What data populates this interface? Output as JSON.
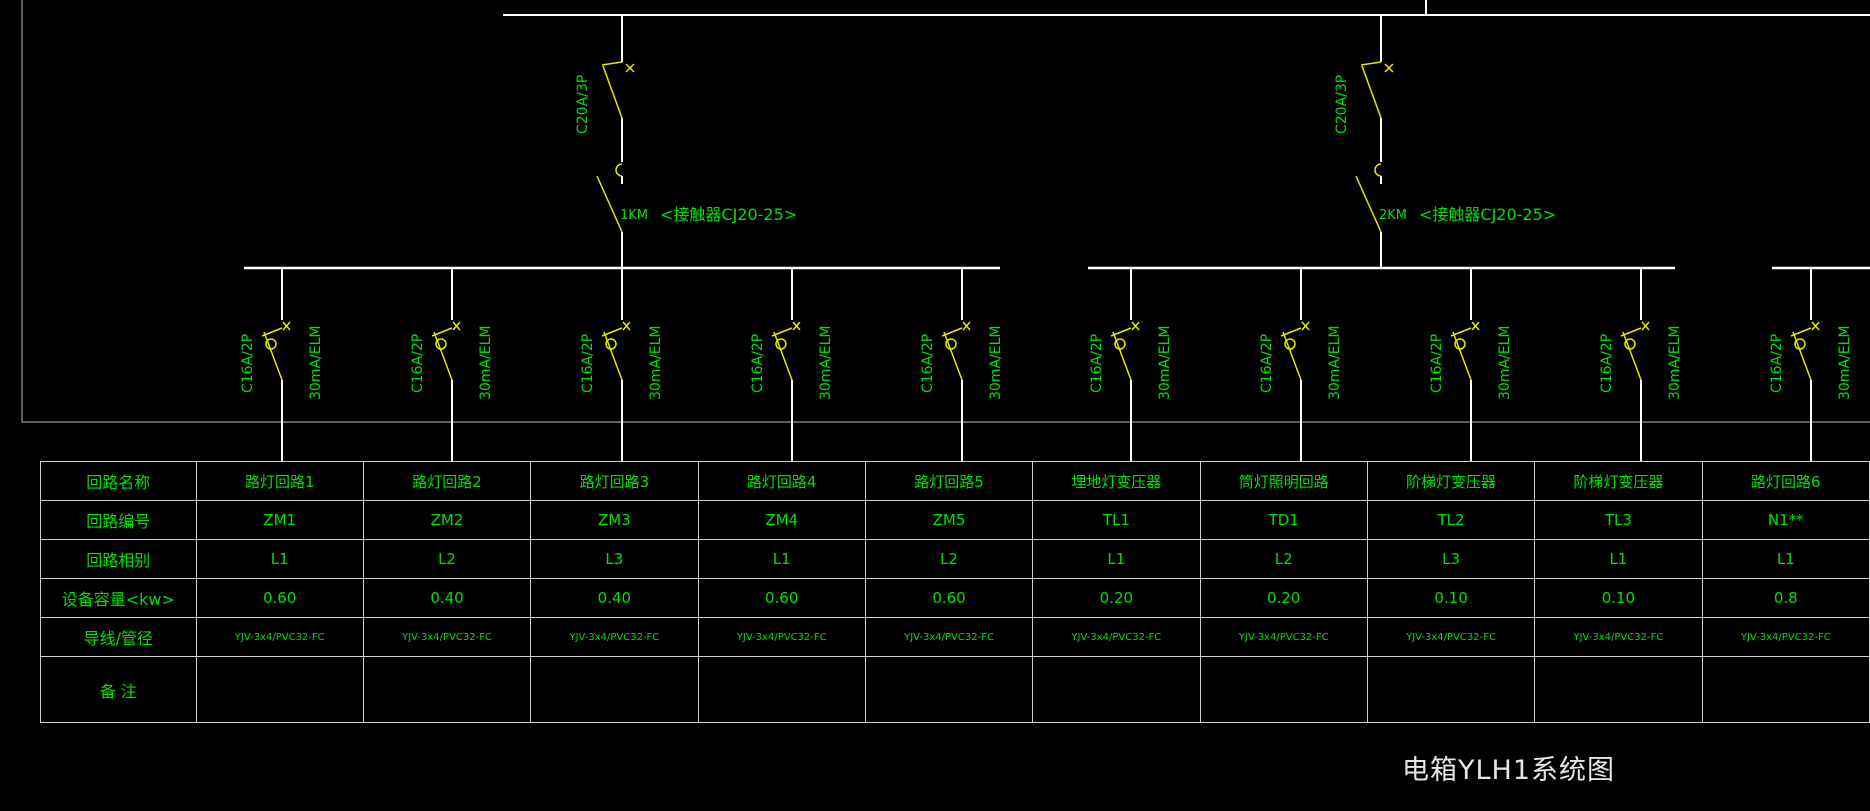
{
  "diagram": {
    "title": "电箱YLH1系统图",
    "main_breakers": [
      {
        "rating": "C20A/3P",
        "contactor_id": "1KM",
        "contactor_label": "<接触器CJ20-25>"
      },
      {
        "rating": "C20A/3P",
        "contactor_id": "2KM",
        "contactor_label": "<接触器CJ20-25>"
      }
    ],
    "branch_breaker": {
      "rating": "C16A/2P",
      "rcd": "30mA/ELM"
    },
    "row_headers": [
      "回路名称",
      "回路编号",
      "回路相别",
      "设备容量<kw>",
      "导线/管径",
      "备 注"
    ],
    "circuits": [
      {
        "name": "路灯回路1",
        "code": "ZM1",
        "phase": "L1",
        "capacity": "0.60",
        "cable": "YJV-3x4/PVC32-FC",
        "note": ""
      },
      {
        "name": "路灯回路2",
        "code": "ZM2",
        "phase": "L2",
        "capacity": "0.40",
        "cable": "YJV-3x4/PVC32-FC",
        "note": ""
      },
      {
        "name": "路灯回路3",
        "code": "ZM3",
        "phase": "L3",
        "capacity": "0.40",
        "cable": "YJV-3x4/PVC32-FC",
        "note": ""
      },
      {
        "name": "路灯回路4",
        "code": "ZM4",
        "phase": "L1",
        "capacity": "0.60",
        "cable": "YJV-3x4/PVC32-FC",
        "note": ""
      },
      {
        "name": "路灯回路5",
        "code": "ZM5",
        "phase": "L2",
        "capacity": "0.60",
        "cable": "YJV-3x4/PVC32-FC",
        "note": ""
      },
      {
        "name": "埋地灯变压器",
        "code": "TL1",
        "phase": "L1",
        "capacity": "0.20",
        "cable": "YJV-3x4/PVC32-FC",
        "note": ""
      },
      {
        "name": "筒灯照明回路",
        "code": "TD1",
        "phase": "L2",
        "capacity": "0.20",
        "cable": "YJV-3x4/PVC32-FC",
        "note": ""
      },
      {
        "name": "阶梯灯变压器",
        "code": "TL2",
        "phase": "L3",
        "capacity": "0.10",
        "cable": "YJV-3x4/PVC32-FC",
        "note": ""
      },
      {
        "name": "阶梯灯变压器",
        "code": "TL3",
        "phase": "L1",
        "capacity": "0.10",
        "cable": "YJV-3x4/PVC32-FC",
        "note": ""
      },
      {
        "name": "路灯回路6",
        "code": "N1**",
        "phase": "L1",
        "capacity": "0.8",
        "cable": "YJV-3x4/PVC32-FC",
        "note": ""
      }
    ],
    "colors": {
      "background": "#000000",
      "wire": "#ffffff",
      "breaker": "#e8e800",
      "text": "#00e000",
      "grid": "#cfcfcf",
      "frame": "#7a7a7a"
    }
  }
}
